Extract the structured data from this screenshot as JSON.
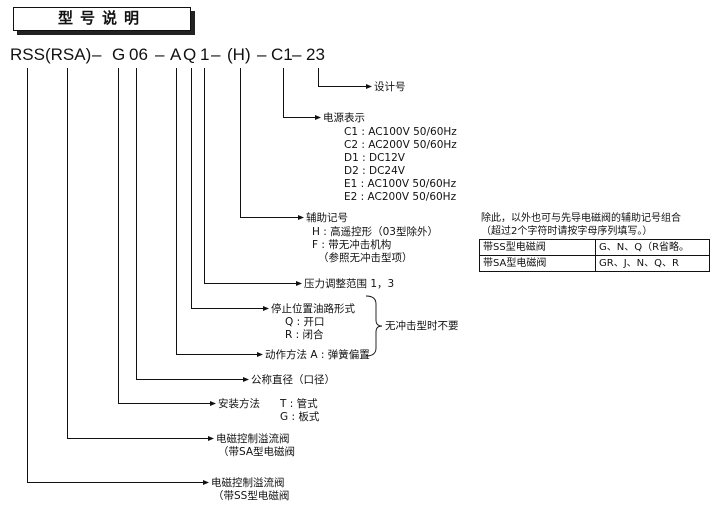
{
  "title": "型号说明",
  "model_code": {
    "parts": [
      "RSS(RSA)",
      "–",
      "G",
      "06",
      "–",
      "A",
      "Q",
      "1",
      "–",
      "(H)",
      "–",
      "C1",
      "–",
      "23"
    ]
  },
  "labels": {
    "design_no": "设计号",
    "power": {
      "heading": "电源表示",
      "items": [
        "C1 : AC100V 50/60Hz",
        "C2 : AC200V 50/60Hz",
        "D1 : DC12V",
        "D2 : DC24V",
        "E1 : AC100V 50/60Hz",
        "E2 : AC200V 50/60Hz"
      ]
    },
    "aux": {
      "heading": "辅助记号",
      "h": "H : 高遥控形（03型除外）",
      "f": "F : 带无冲击机构",
      "f_note": "（参照无冲击型项）"
    },
    "pressure": "压力调整范围 1，3",
    "stop": {
      "heading": "停止位置油路形式",
      "q": "Q : 开口",
      "r": "R : 闭合"
    },
    "no_shock": "无冲击型时不要",
    "action": "动作方法   A : 弹簧偏置",
    "nominal": "公称直径（口径）",
    "mount": {
      "heading": "安装方法",
      "t": "T :  管式",
      "g": "G :  板式"
    },
    "rsa": {
      "line1": "电磁控制溢流阀",
      "line2": "（带SA型电磁阀"
    },
    "rss": {
      "line1": "电磁控制溢流阀",
      "line2": "（带SS型电磁阀"
    }
  },
  "combo": {
    "note1": "除此，以外也可与先导电磁阀的辅助记号组合",
    "note2": "（超过2个字符时请按字母序列填写。）",
    "rows": [
      {
        "type": "带SS型电磁阀",
        "codes": "G、N、Q（R省略。"
      },
      {
        "type": "带SA型电磁阀",
        "codes": "GR、J、N、Q、R"
      }
    ]
  }
}
